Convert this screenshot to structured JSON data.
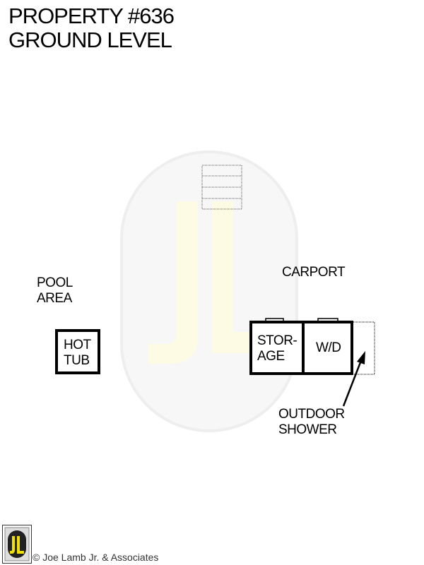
{
  "title": {
    "line1": "PROPERTY #636",
    "line2": "GROUND LEVEL"
  },
  "labels": {
    "pool_area": [
      "POOL",
      "AREA"
    ],
    "hot_tub": [
      "HOT",
      "TUB"
    ],
    "carport": "CARPORT",
    "storage": [
      "STOR-",
      "AGE"
    ],
    "washer_dryer": "W/D",
    "outdoor_shower": [
      "OUTDOOR",
      "SHOWER"
    ]
  },
  "watermark": "JL",
  "footer": {
    "copyright": "© Joe Lamb Jr. & Associates",
    "logo": "JL"
  },
  "colors": {
    "logo_yellow": "#f2e200",
    "watermark_tint": "#fdfbe6"
  }
}
